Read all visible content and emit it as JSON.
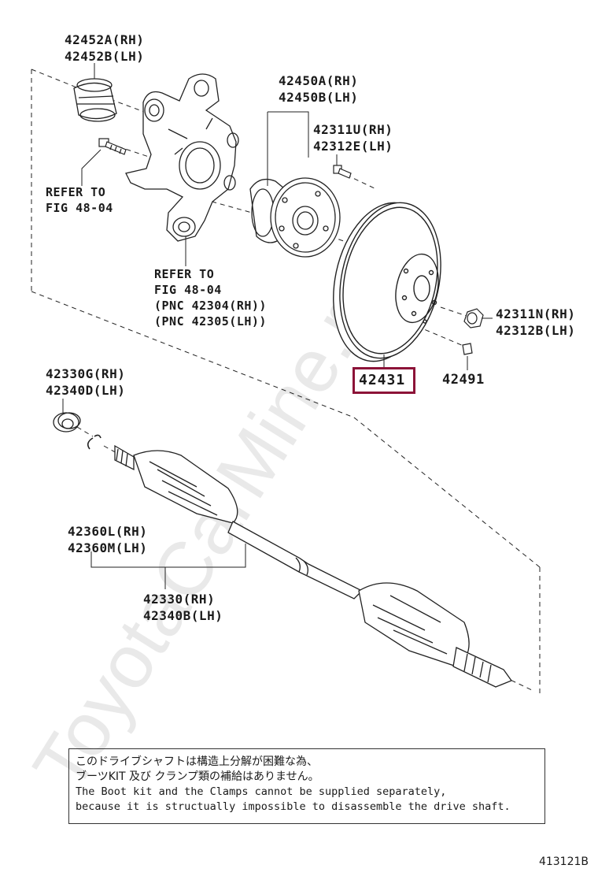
{
  "watermark": "ToyotaCarMine.ru",
  "labels": {
    "bearing": [
      "42452A(RH)",
      "42452B(LH)"
    ],
    "hub_assy": [
      "42450A(RH)",
      "42450B(LH)"
    ],
    "hub_bolt": [
      "42311U(RH)",
      "42312E(LH)"
    ],
    "refer_bolt": [
      "REFER TO",
      "FIG 48-04"
    ],
    "refer_knuckle": [
      "REFER TO",
      "FIG 48-04",
      "(PNC 42304(RH))",
      "(PNC 42305(LH))"
    ],
    "nut": [
      "42311N(RH)",
      "42312B(LH)"
    ],
    "rotor": "42431",
    "rotor_screw": "42491",
    "seal": [
      "42330G(RH)",
      "42340D(LH)"
    ],
    "clamp": [
      "42360L(RH)",
      "42360M(LH)"
    ],
    "shaft": [
      "42330(RH)",
      "42340B(LH)"
    ]
  },
  "note": {
    "jp1": "このドライブシャフトは構造上分解が困難な為、",
    "jp2": "ブーツKIT 及び クランプ類の補給はありません。",
    "en1": "The Boot kit and the Clamps cannot be supplied separately,",
    "en2": "because it is structually impossible to disassemble the drive shaft."
  },
  "figure_code": "413121B",
  "colors": {
    "highlight": "#8c1338",
    "watermark": "#e6e6e6"
  }
}
